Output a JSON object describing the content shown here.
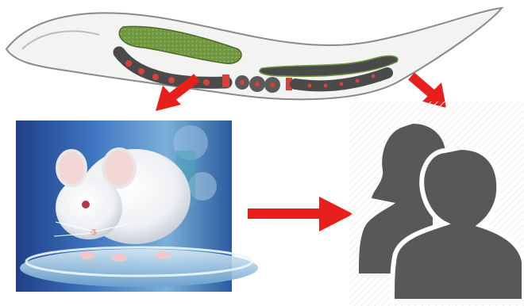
{
  "figure": {
    "panels": [
      {
        "id": "worm",
        "subject": "nematode-worm-illustration"
      },
      {
        "id": "mouse",
        "subject": "lab-mouse-on-petri-dish-photo"
      },
      {
        "id": "humans",
        "subject": "two-person-silhouette-icon"
      }
    ],
    "arrows": [
      {
        "from": "worm",
        "to": "mouse",
        "color": "#e8201b"
      },
      {
        "from": "worm",
        "to": "humans",
        "color": "#e8201b"
      },
      {
        "from": "mouse",
        "to": "humans",
        "color": "#e8201b"
      }
    ]
  },
  "colors": {
    "arrow": "#e8201b",
    "worm_gut": "#6a8f3a",
    "worm_cells": "#d6413a",
    "worm_gonad": "#3a3a3a",
    "silhouette": "#58585a",
    "photo_bg": "#2f5fa8"
  },
  "icons": [
    "c-elegans-worm",
    "mouse-photo",
    "people-icon",
    "arrow-down-left",
    "arrow-down-right",
    "arrow-right"
  ]
}
